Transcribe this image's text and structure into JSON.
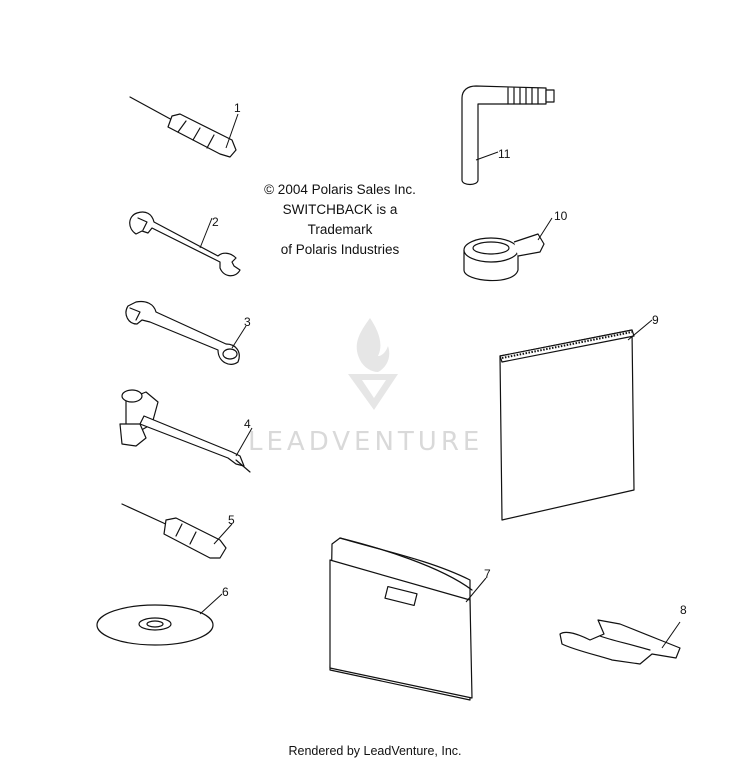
{
  "notice": {
    "line1": "© 2004 Polaris Sales Inc.",
    "line2": "SWITCHBACK is a Trademark",
    "line3": "of Polaris Industries"
  },
  "watermark": {
    "text": "LEADVENTURE"
  },
  "footer": {
    "text": "Rendered by LeadVenture, Inc."
  },
  "callouts": {
    "c1": "1",
    "c2": "2",
    "c3": "3",
    "c4": "4",
    "c5": "5",
    "c6": "6",
    "c7": "7",
    "c8": "8",
    "c9": "9",
    "c10": "10",
    "c11": "11"
  }
}
